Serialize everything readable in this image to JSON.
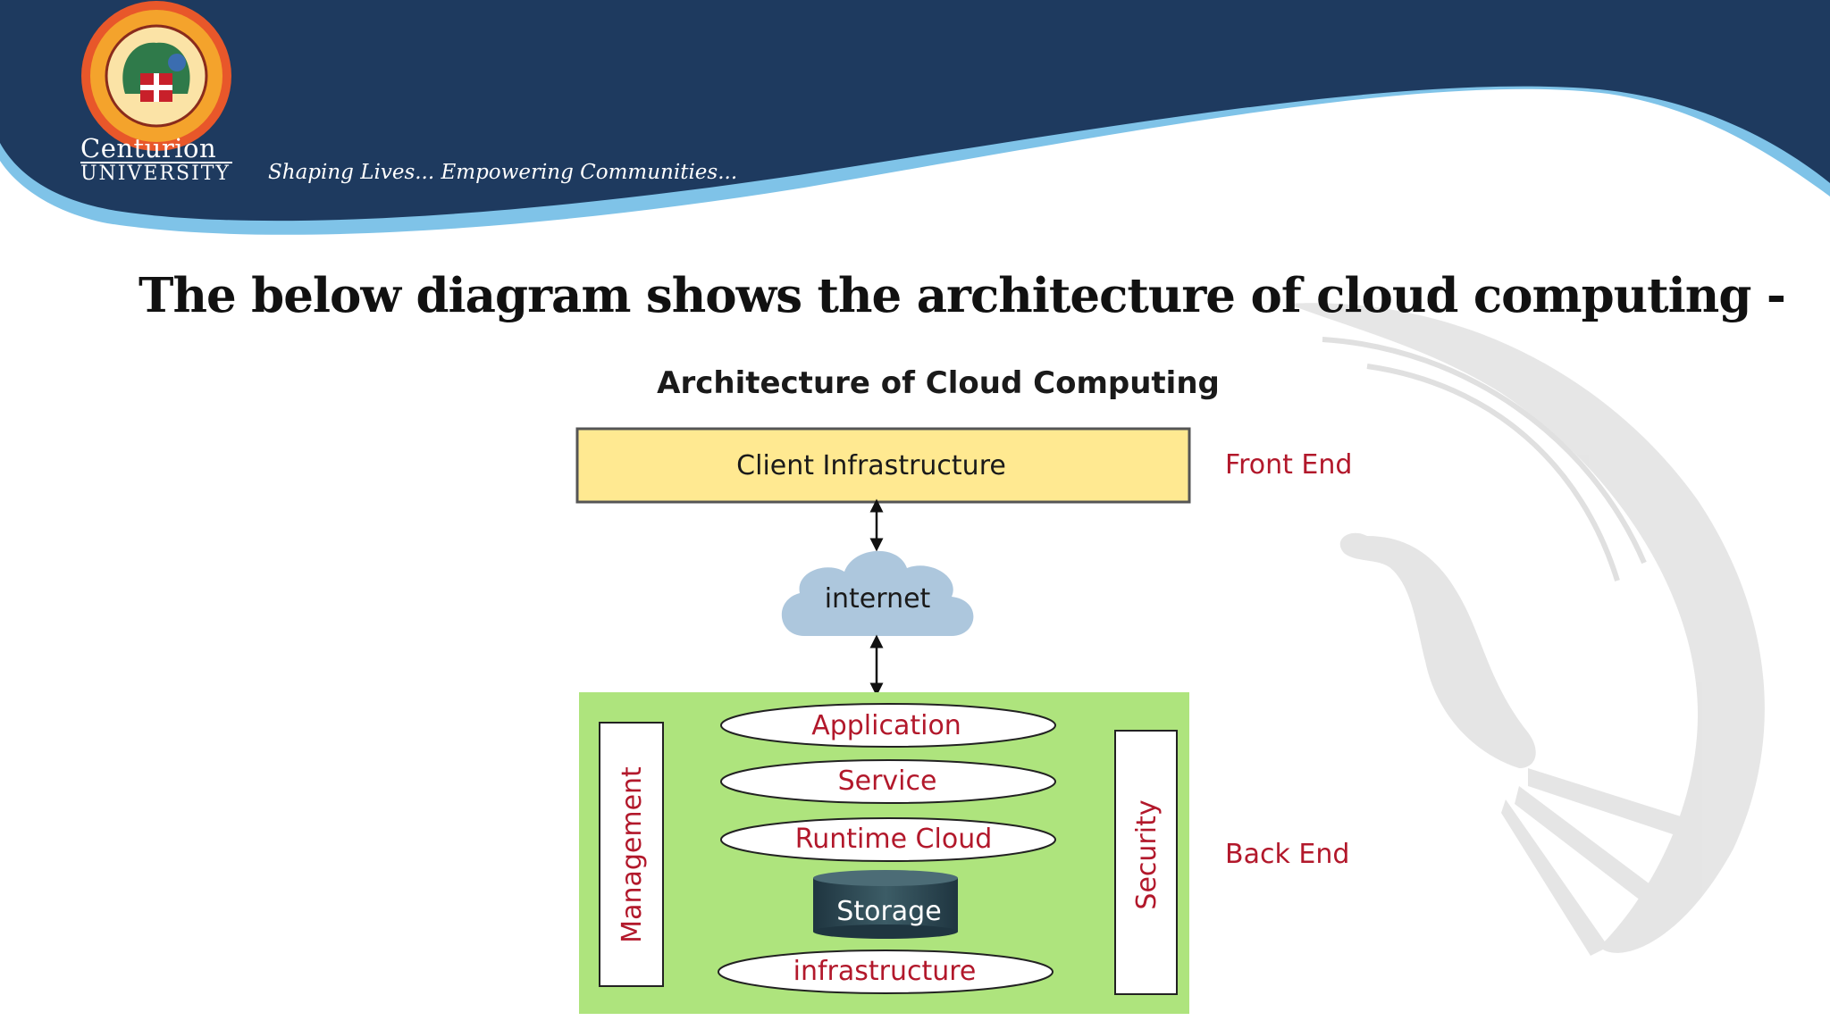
{
  "header": {
    "university_name": "Centurion",
    "university_sub": "UNIVERSITY",
    "tagline": "Shaping Lives... Empowering Communities...",
    "colors": {
      "navy": "#1e3a5f",
      "wave_blue": "#7fc3e8"
    }
  },
  "slide": {
    "heading": "The below diagram shows the architecture of cloud computing -"
  },
  "diagram": {
    "title": "Architecture of Cloud Computing",
    "client": "Client Infrastructure",
    "front_end": "Front End",
    "internet": "internet",
    "layers": [
      "Application",
      "Service",
      "Runtime Cloud",
      "Storage",
      "infrastructure"
    ],
    "management": "Management",
    "security": "Security",
    "back_end": "Back End",
    "colors": {
      "client_fill": "#ffe991",
      "backend_fill": "#aee47d",
      "cloud_fill": "#adc7dd",
      "storage_fill": "#2f4a54",
      "label_red": "#b2182b"
    }
  }
}
